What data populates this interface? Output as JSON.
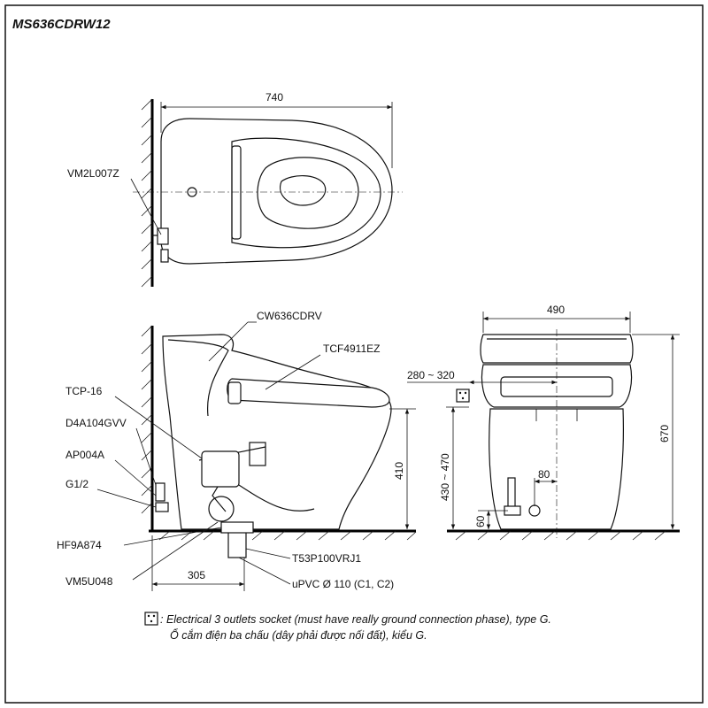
{
  "title": "MS636CDRW12",
  "top_view": {
    "width_dim": "740",
    "part_valve": "VM2L007Z"
  },
  "side_view": {
    "part_bowl": "CW636CDRV",
    "part_seat": "TCF4911EZ",
    "part_tcp": "TCP-16",
    "part_hose": "D4A104GVV",
    "part_ap": "AP004A",
    "part_g12": "G1/2",
    "part_flange": "HF9A874",
    "part_bolt": "VM5U048",
    "part_pipe": "T53P100VRJ1",
    "pipe_spec": "uPVC Ø 110 (C1, C2)",
    "dim_offset": "305",
    "dim_height": "410"
  },
  "front_view": {
    "width_dim": "490",
    "height_dim": "670",
    "socket_range": "280 ~ 320",
    "inlet_range": "430 ~ 470",
    "dim_80": "80",
    "dim_60": "60"
  },
  "footnote": {
    "line1": ": Electrical 3 outlets socket (must have really ground connection phase), type G.",
    "line2": "Ổ cắm điện ba chấu (dây phải được nối đất), kiểu G."
  }
}
